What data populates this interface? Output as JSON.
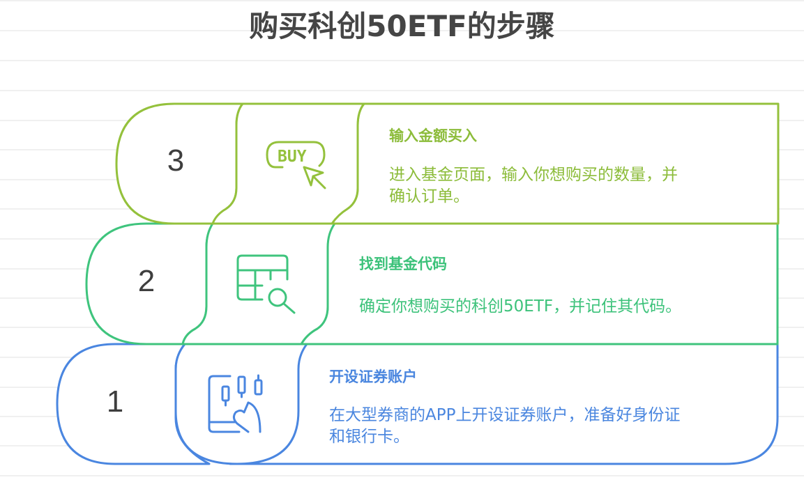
{
  "title": "购买科创50ETF的步骤",
  "colors": {
    "step3": "#94c13c",
    "step2": "#3fc47d",
    "step1": "#4a86e0",
    "title": "#454545",
    "number": "#3e3e3e",
    "grid_line": "#f0f0f0"
  },
  "steps": [
    {
      "number": "1",
      "icon": "mobile-candlestick-chart-icon",
      "title": "开设证券账户",
      "description": "在大型券商的APP上开设证券账户，准备好身份证和银行卡。",
      "desc_line1": "在大型券商的APP上开设证券账户，准备好身份证",
      "desc_line2": "和银行卡。"
    },
    {
      "number": "2",
      "icon": "table-search-icon",
      "title": "找到基金代码",
      "description": "确定你想购买的科创50ETF，并记住其代码。",
      "desc_line1": "确定你想购买的科创50ETF，并记住其代码。"
    },
    {
      "number": "3",
      "icon": "buy-button-cursor-icon",
      "title": "输入金额买入",
      "description": "进入基金页面，输入你想购买的数量，并确认订单。",
      "desc_line1": "进入基金页面，输入你想购买的数量，并",
      "desc_line2": "确认订单。"
    }
  ]
}
